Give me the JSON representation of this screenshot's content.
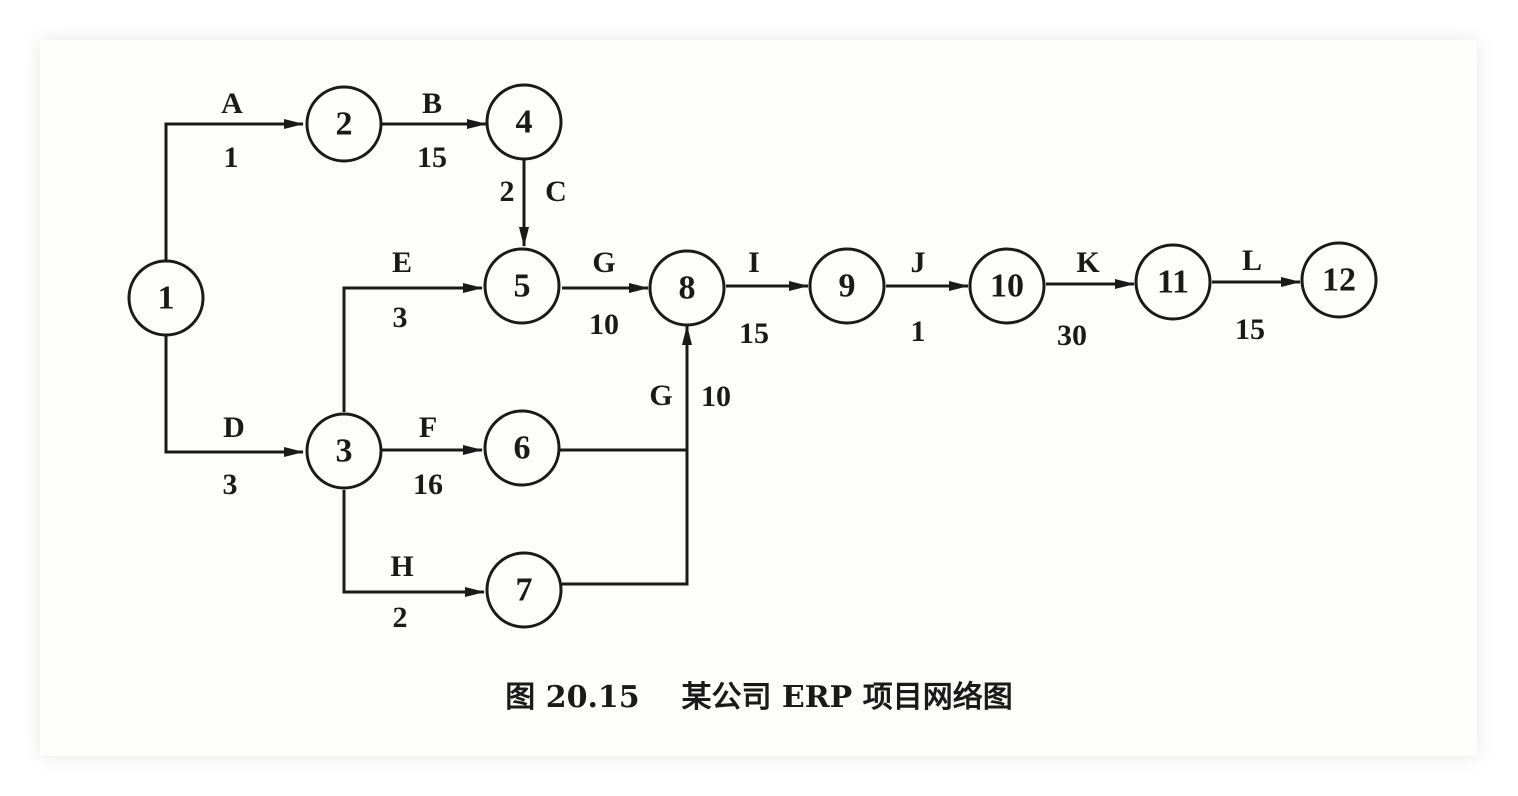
{
  "caption": "图 20.15    某公司 ERP 项目网络图",
  "nodes": [
    "1",
    "2",
    "3",
    "4",
    "5",
    "6",
    "7",
    "8",
    "9",
    "10",
    "11",
    "12"
  ],
  "activities": [
    {
      "name": "A",
      "duration": "1",
      "from": "1",
      "to": "2"
    },
    {
      "name": "B",
      "duration": "15",
      "from": "2",
      "to": "4"
    },
    {
      "name": "C",
      "duration": "2",
      "from": "4",
      "to": "5"
    },
    {
      "name": "D",
      "duration": "3",
      "from": "1",
      "to": "3"
    },
    {
      "name": "E",
      "duration": "3",
      "from": "3",
      "to": "5"
    },
    {
      "name": "F",
      "duration": "16",
      "from": "3",
      "to": "6"
    },
    {
      "name": "H",
      "duration": "2",
      "from": "3",
      "to": "7"
    },
    {
      "name": "G",
      "duration": "10",
      "from": "5",
      "to": "8"
    },
    {
      "name": "G",
      "duration": "10",
      "from": "6",
      "to": "8"
    },
    {
      "name": "I",
      "duration": "15",
      "from": "8",
      "to": "9"
    },
    {
      "name": "J",
      "duration": "1",
      "from": "9",
      "to": "10"
    },
    {
      "name": "K",
      "duration": "30",
      "from": "10",
      "to": "11"
    },
    {
      "name": "L",
      "duration": "15",
      "from": "11",
      "to": "12"
    }
  ]
}
